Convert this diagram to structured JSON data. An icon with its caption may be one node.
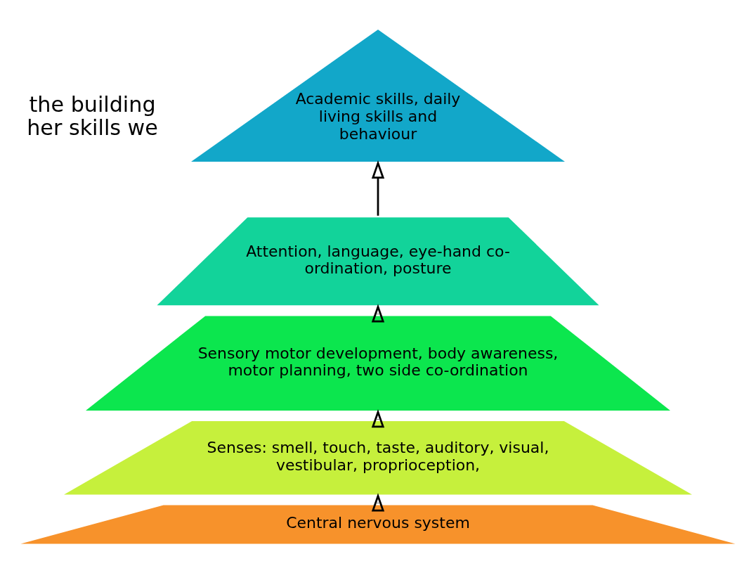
{
  "diagram": {
    "nodes": [
      {
        "text": [
          "Academic skills, daily living skills and behaviour"
        ]
      },
      {
        "text": [
          "Attention, language, eye-hand co-ordination, posture"
        ]
      },
      {
        "text": [
          "Sensory motor development, body awareness, motor planning, two side co-ordination"
        ]
      },
      {
        "text": [
          "Senses: smell, touch, taste, auditory, visual, vestibular, proprioception,"
        ]
      },
      {
        "text": [
          "Central nervous system"
        ]
      }
    ],
    "edges": [
      {
        "from": 4,
        "to": 3,
        "arrow": "to"
      },
      {
        "from": 3,
        "to": 2,
        "arrow": "to"
      },
      {
        "from": 2,
        "to": 1,
        "arrow": "to"
      },
      {
        "from": 1,
        "to": 0,
        "arrow": "to"
      }
    ],
    "labels": [
      "the building her skills we"
    ]
  }
}
